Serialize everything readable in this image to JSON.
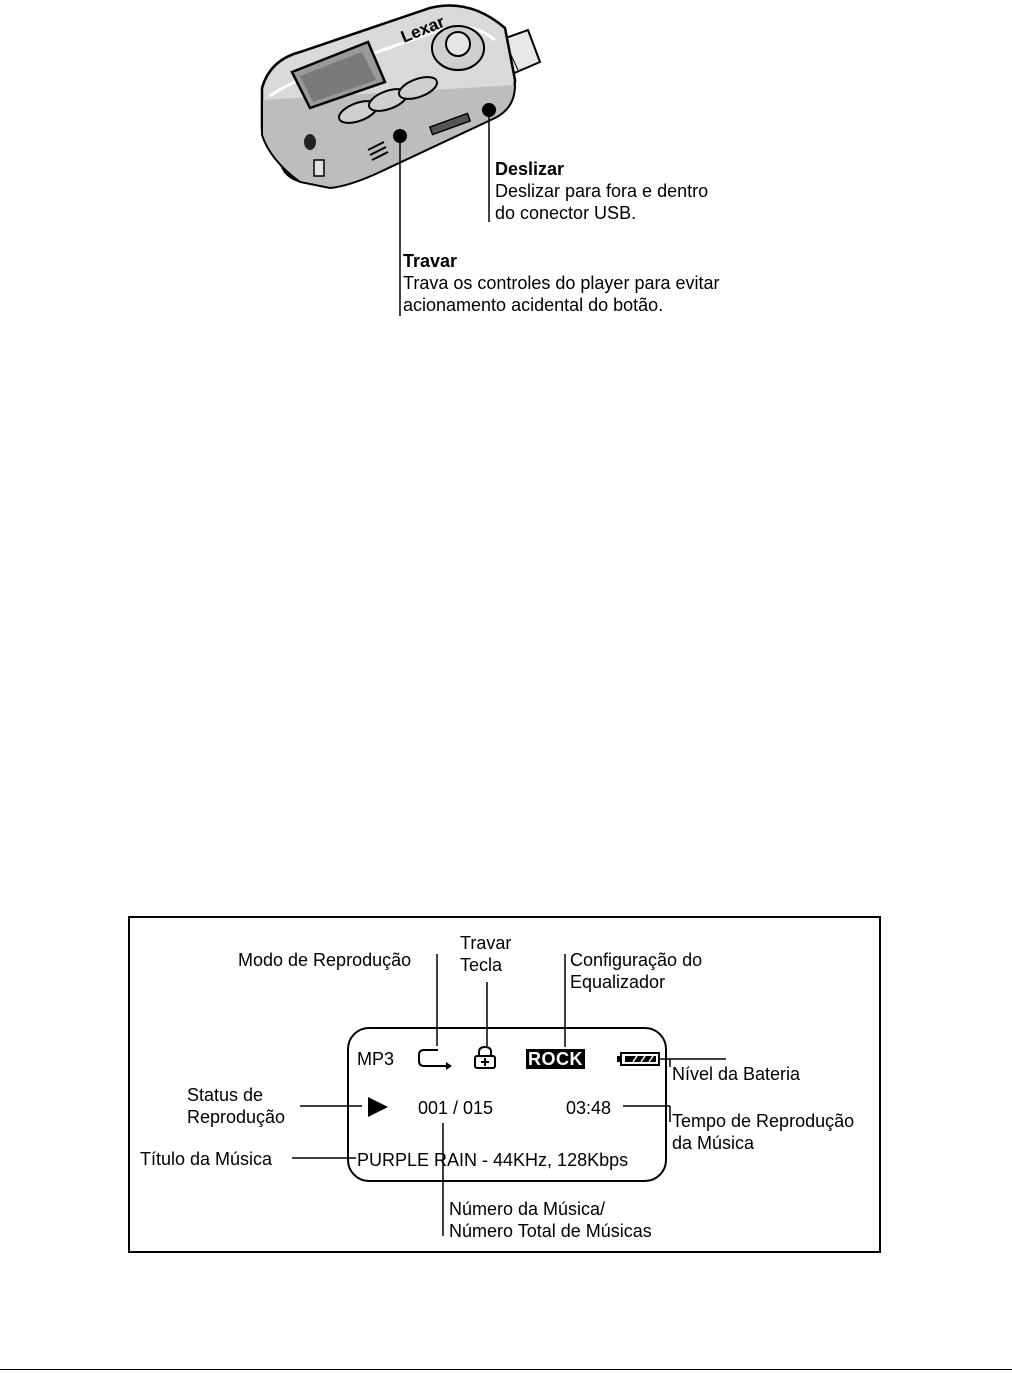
{
  "device": {
    "brand": "Lexar"
  },
  "callouts": {
    "deslizar": {
      "title": "Deslizar",
      "line1": "Deslizar para fora e dentro",
      "line2": "do conector USB."
    },
    "travar": {
      "title": "Travar",
      "line1": "Trava os controles do player para evitar",
      "line2": "acionamento acidental do botão."
    }
  },
  "lcd": {
    "format": "MP3",
    "equalizer": "ROCK",
    "play_symbol": "▶",
    "track_counter": "001 / 015",
    "time": "03:48",
    "song_line": "PURPLE RAIN - 44KHz, 128Kbps",
    "icons": [
      "repeat-icon",
      "lock-icon",
      "battery-icon",
      "play-icon"
    ]
  },
  "labels": {
    "modo": "Modo de Reprodução",
    "travar_1": "Travar",
    "travar_2": "Tecla",
    "config_1": "Configuração do",
    "config_2": "Equalizador",
    "bateria": "Nível da Bateria",
    "status_1": "Status de",
    "status_2": "Reprodução",
    "tempo_1": "Tempo de Reprodução",
    "tempo_2": "da Música",
    "titulo": "Título da Música",
    "numero_1": "Número da Música/",
    "numero_2": "Número Total de Músicas"
  }
}
